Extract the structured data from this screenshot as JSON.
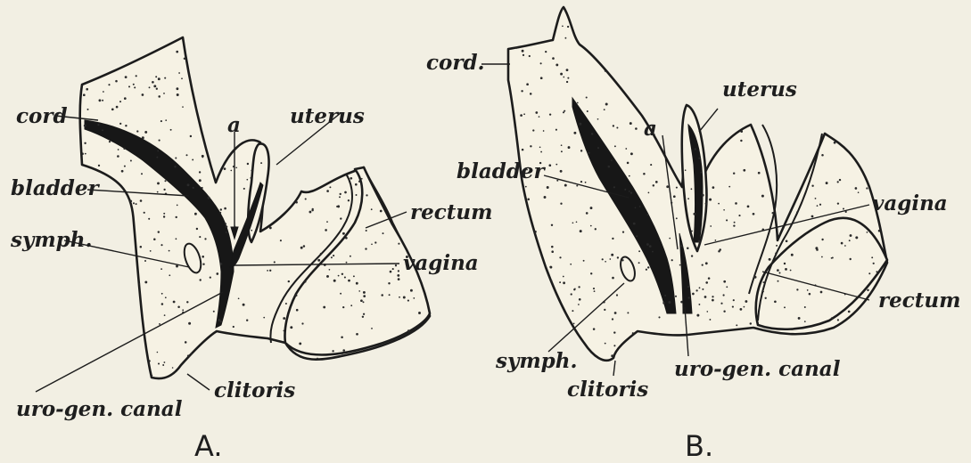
{
  "figure": {
    "background": "#f2efe3",
    "ink": "#1c1c1c",
    "panels": [
      {
        "id": "A",
        "panel_label": "A.",
        "labels": {
          "cord": "cord",
          "a": "a",
          "uterus": "uterus",
          "bladder": "bladder",
          "rectum": "rectum",
          "symph": "symph.",
          "vagina": "vagina",
          "clitoris": "clitoris",
          "uro_gen_canal": "uro-gen. canal"
        }
      },
      {
        "id": "B",
        "panel_label": "B.",
        "labels": {
          "cord": "cord.",
          "uterus": "uterus",
          "a": "a",
          "bladder": "bladder",
          "vagina": "vagina",
          "rectum": "rectum",
          "symph": "symph.",
          "uro_gen_canal": "uro-gen. canal",
          "clitoris": "clitoris"
        }
      }
    ]
  }
}
